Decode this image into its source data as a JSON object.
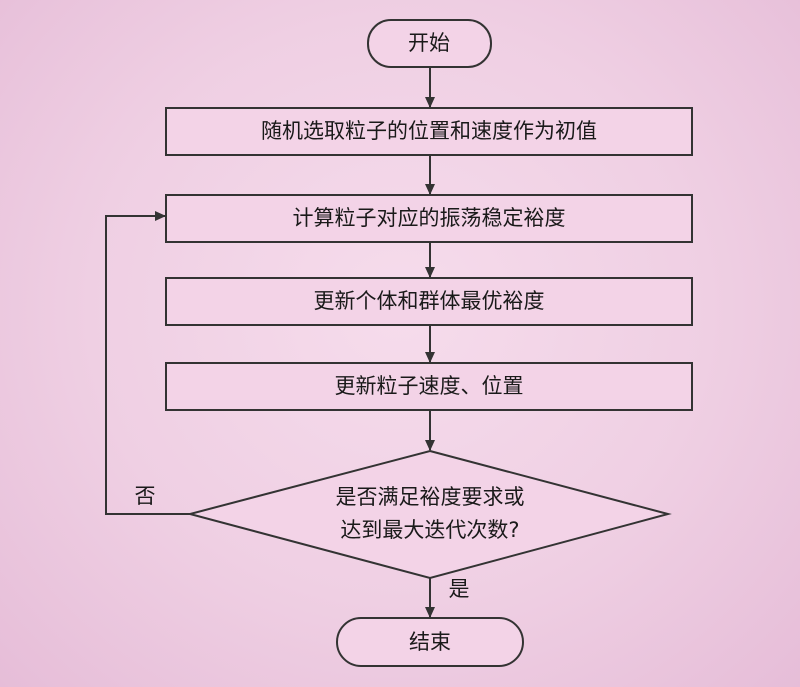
{
  "nodes": {
    "start": "开始",
    "init": "随机选取粒子的位置和速度作为初值",
    "compute": "计算粒子对应的振荡稳定裕度",
    "update_best": "更新个体和群体最优裕度",
    "update_particle": "更新粒子速度、位置",
    "decision_line1": "是否满足裕度要求或",
    "decision_line2": "达到最大迭代次数?",
    "end": "结束"
  },
  "edges": {
    "no_label": "否",
    "yes_label": "是"
  },
  "colors": {
    "background": "#efcfe3",
    "shape_fill": "#f3d3e7",
    "stroke": "#333333"
  }
}
